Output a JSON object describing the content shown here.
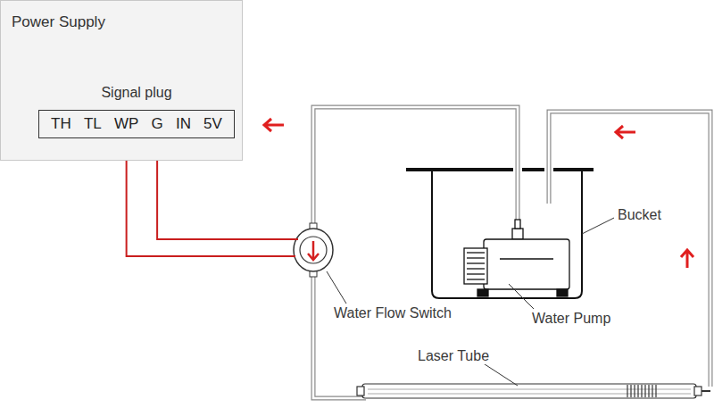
{
  "diagram": {
    "nodes": [
      {
        "text": [
          "Power Supply"
        ]
      },
      {
        "text": [
          "Signal plug",
          "TH",
          "TL",
          "WP",
          "G",
          "IN",
          "5V"
        ],
        "in": 0
      }
    ],
    "labels": [
      "Bucket",
      "Water Flow Switch",
      "Water Pump",
      "Laser Tube"
    ]
  }
}
